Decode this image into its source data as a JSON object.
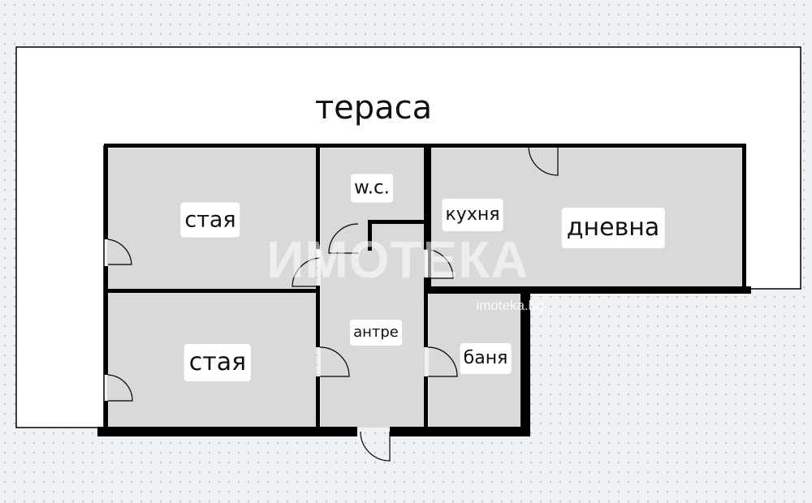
{
  "colors": {
    "room_fill": "#d9d9d9",
    "wall": "#000000",
    "terrace_fill": "#ffffff",
    "label_bg": "#ffffff"
  },
  "rooms": {
    "terrace": "тераса",
    "room_top": "стая",
    "room_bottom": "стая",
    "wc": "w.c.",
    "kitchen": "кухня",
    "living": "дневна",
    "hallway": "антре",
    "bathroom": "баня"
  },
  "watermark": {
    "brand": "ИМОТЕКА",
    "url": "imoteka.bg"
  }
}
